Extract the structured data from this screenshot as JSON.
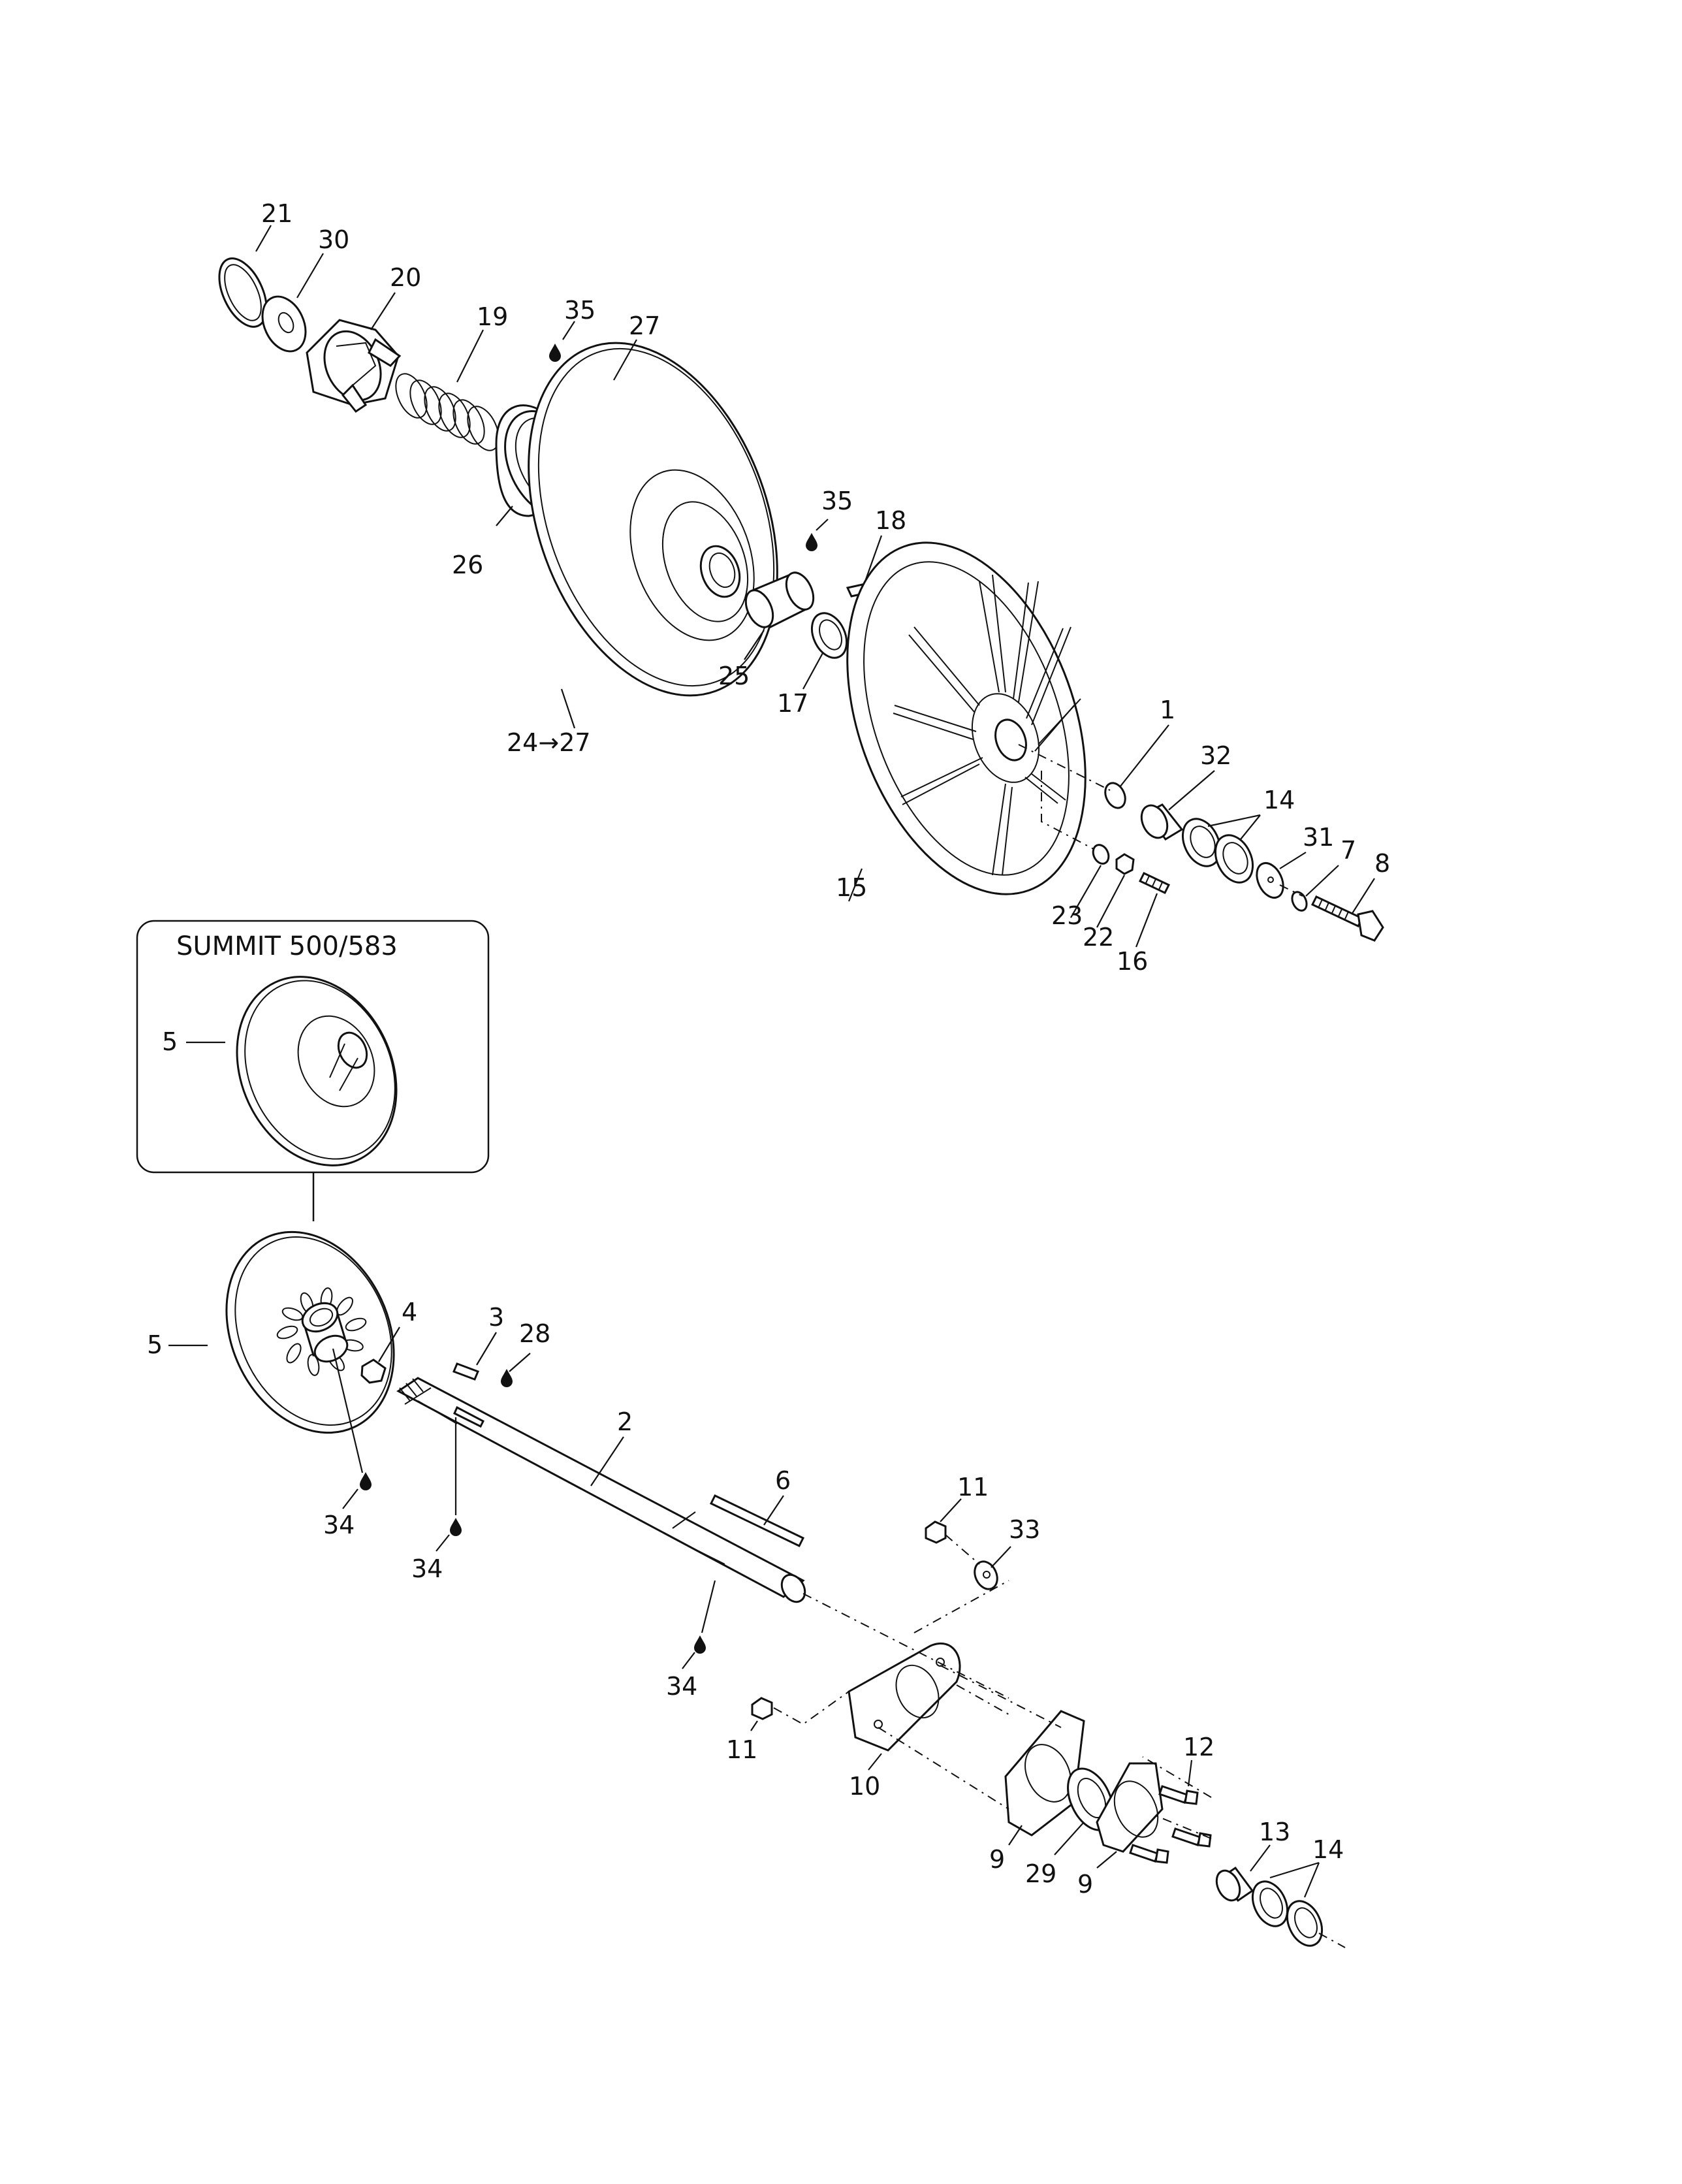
{
  "inset": {
    "title": "SUMMIT 500/583",
    "label": "5"
  },
  "callouts": {
    "c21": "21",
    "c30": "30",
    "c20": "20",
    "c19": "19",
    "c35a": "35",
    "c27": "27",
    "c26": "26",
    "c35b": "35",
    "c18": "18",
    "c25": "25",
    "c17": "17",
    "c24": "24→27",
    "c1": "1",
    "c32": "32",
    "c14a": "14",
    "c31": "31",
    "c7": "7",
    "c8": "8",
    "c15": "15",
    "c23": "23",
    "c22": "22",
    "c16": "16",
    "c5": "5",
    "c4": "4",
    "c3": "3",
    "c28": "28",
    "c2": "2",
    "c6": "6",
    "c34a": "34",
    "c34b": "34",
    "c34c": "34",
    "c11a": "11",
    "c33": "33",
    "c11b": "11",
    "c10": "10",
    "c12": "12",
    "c13": "13",
    "c14b": "14",
    "c9a": "9",
    "c29": "29",
    "c9b": "9"
  },
  "icons": {
    "lubricant": "oil-drop-icon"
  }
}
